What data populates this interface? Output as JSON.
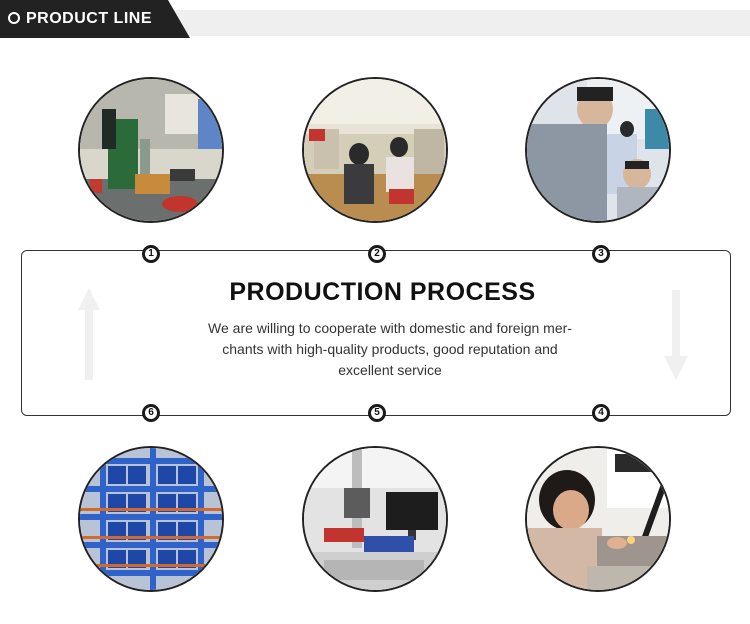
{
  "header": {
    "label": "PRODUCT LINE"
  },
  "process": {
    "title": "PRODUCTION PROCESS",
    "description": "We are willing to cooperate with domestic and foreign mer-chants with high-quality products, good reputation and excellent service"
  },
  "steps": [
    {
      "number": "1",
      "scene": "workshop-machinery"
    },
    {
      "number": "2",
      "scene": "workers-at-benches"
    },
    {
      "number": "3",
      "scene": "staff-at-computers"
    },
    {
      "number": "4",
      "scene": "hand-craft-soldering"
    },
    {
      "number": "5",
      "scene": "laser-engraving-machine"
    },
    {
      "number": "6",
      "scene": "warehouse-shelving"
    }
  ],
  "colors": {
    "header_tab": "#222222",
    "header_bar": "#efefef",
    "border": "#333333",
    "shelf_blue": "#2f63c9"
  },
  "icons": [
    "arrow-up-icon",
    "arrow-down-icon"
  ]
}
